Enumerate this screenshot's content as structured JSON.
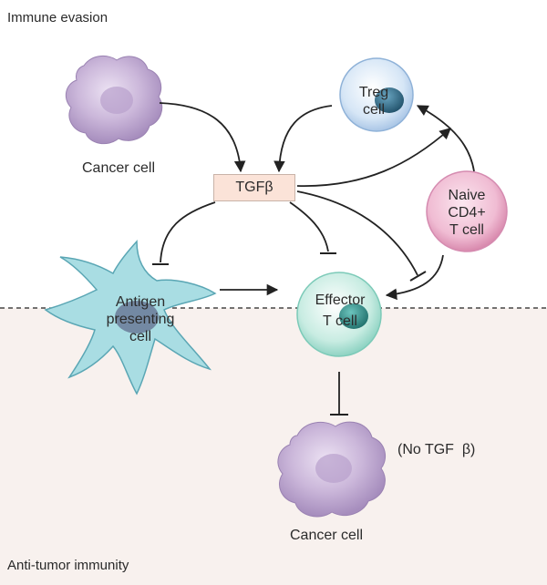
{
  "regions": {
    "top": "Immune evasion",
    "bottom": "Anti-tumor immunity"
  },
  "nodes": {
    "cancer_top": "Cancer cell",
    "treg_line1": "Treg",
    "treg_line2": "cell",
    "tgfb": "TGFβ",
    "naive_line1": "Naive",
    "naive_line2": "CD4+",
    "naive_line3": "T cell",
    "apc_line1": "Antigen",
    "apc_line2": "presenting",
    "apc_line3": "cell",
    "effector_line1": "Effector",
    "effector_line2": "T cell",
    "cancer_bottom": "Cancer cell",
    "no_tgfb_note": "(No TGF  β)"
  },
  "colors": {
    "cancer": "#c7b3d6",
    "treg": "#cfe1f4",
    "treg_nucleus": "#2f6f8e",
    "naive": "#efb6d0",
    "apc": "#a9dde3",
    "apc_nucleus": "#5e6d8c",
    "effector": "#bfe9df",
    "effector_nucleus": "#2c8c88",
    "bottom_region": "#f8f1ee"
  }
}
